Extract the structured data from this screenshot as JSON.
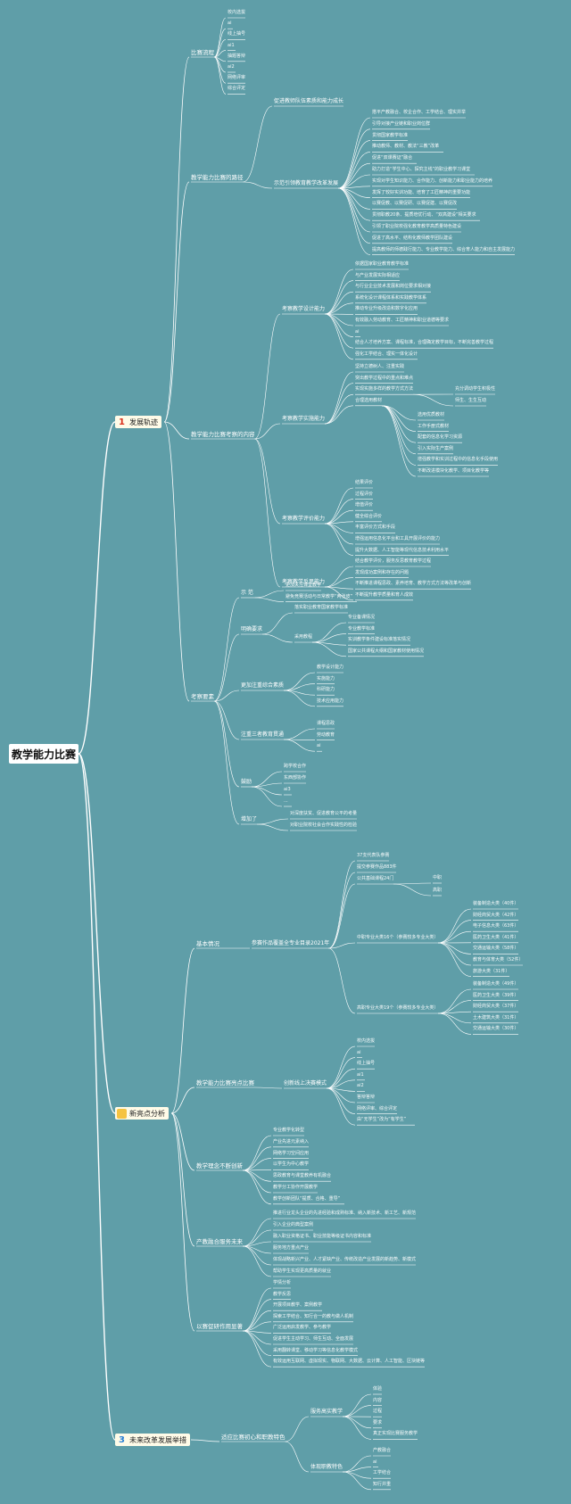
{
  "root": "教学能力比赛",
  "main": [
    {
      "num": "1",
      "label": "发展轨迹"
    },
    {
      "num": "2",
      "label": "新亮点分析"
    },
    {
      "num": "3",
      "label": "未来改革发展举措"
    }
  ],
  "l1": {
    "sszl": "比赛流程",
    "jxnl": "教学能力比赛的路径",
    "kcnr": "教学能力比赛考察的内容",
    "kcyd": "考察要素",
    "jbqk": "基本情况",
    "jxnlxl": "教学能力比赛亮点比赛",
    "jxln": "教学理念不断创新",
    "cjrh": "产教融合服务未来",
    "ylxs": "以赛促研作用显著",
    "tgjs": "适应比赛初心和职教特色"
  },
  "l2": {
    "tsjs": "促进教师队伍素质和能力成长",
    "sfyl": "示范引领教育教学改革发展",
    "sj": "考察教学设计能力",
    "ss": "考察教学实施能力",
    "pj": "考察教学评价能力",
    "fs": "考察教学反思能力",
    "ss2": "示 范",
    "mqyq": "明确要求",
    "gjzzs": "更加注重综合素质",
    "zzsqjy": "注重三者教育贯通",
    "cuoshi": "鼓励",
    "jiaqiang": "增加了",
    "cssl": "参赛作品覆盖全专业目录2021年",
    "cxxs": "创新线上决赛模式",
    "jxjs": "服务高实教学",
    "zhjs": "体现职教特色"
  },
  "sszl_items": [
    "校内选拔",
    "ai",
    "线上抽号",
    "ai1",
    "抽题答辩",
    "ai2",
    "网络评审",
    "综合评定"
  ],
  "sfyl_items": [
    "搭平产教融合、校企合作、工学结合、理实并举",
    "引导对接产业链和职业岗位群",
    "贯彻国家教学标准",
    "推动教师、教材、教法“三教”改革",
    "促进“双课赛证”融合",
    "助力打造“学生中心、探究主线”的职业教学习课堂",
    "实现对学生知识能力、合作能力、创新能力和职业能力的培养",
    "发挥了较好实训功能、培育了工匠精神的重要功能",
    "以赛促教、以赛促研、以赛促建、以赛促改",
    "贯彻职教20条、提质培优行动、“双高建设”相关要求",
    "引领了职业院校强化教育教学高质量特色建设",
    "促进了高水平、结构化教师教学团队建设",
    "提高教师的师德践行能力、专业教学能力、综合育人能力和自主发展能力"
  ],
  "sj_items": [
    "依据国家职业教育教学标准",
    "与产业发展实际相适应",
    "与行业企业技术发展和岗位要求相对接",
    "系统化设计课程体系和实践教学体系",
    "推动专业升级改造和数字化应用",
    "有效融入劳动教育、工匠精神和职业道德等要求",
    "ai",
    "结合人才培养方案、课程标准，合理确定教学目标，不断完善教学过程",
    "强化工学结合、理实一体化设计"
  ],
  "ss_items": [
    "坚持立德树人、注重实践",
    "突出教学过程中的重点和难点",
    "实现实施多样的教学方式方法",
    "合理选用教材"
  ],
  "ss_sub1": [
    "充分调动学生积极性",
    "师生、生生互动"
  ],
  "ss_sub2": [
    "选用优质教材",
    "工作手册式教材",
    "配套的信息化学习资源",
    "引入实际生产案例",
    "增强教学和实训过程中的信息化手段使用",
    "不断改进模块化教学、项目化教学等"
  ],
  "pj_items": [
    "结果评价",
    "过程评价",
    "增值评价",
    "健全综合评价",
    "丰富评价方式和手段",
    "增强运用信息化平台和工具开展评价的能力",
    "提升大数据、人工智能等现代信息技术利用水平"
  ],
  "fs_items": [
    "结合教学评价，服务反思教育教学过程",
    "发现成功案例和存在的问题",
    "不断推进课程思政、素养培育、教学方式方法等改革与创新",
    "不断提升教学质量和育人成效"
  ],
  "ss2_items": [
    "更加关注课堂教学",
    "避免竞赛活动与日常教学“两张皮”"
  ],
  "mqyq_items": [
    "落实职业教育国家教学标准",
    "采用教程"
  ],
  "mqyq_sub": [
    "专业备课情况",
    "专业教学标准",
    "实训教学条件建设标准落实情况",
    "国家公共课程大纲和国家教材使用情况"
  ],
  "gjzzs_items": [
    "教学设计能力",
    "实施能力",
    "科研能力",
    "技术应用能力"
  ],
  "zzsqjy_items": [
    "课程思政",
    "劳动教育",
    "ai"
  ],
  "cuoshi_items": [
    "跨学校合作",
    "东西部协作",
    "ai3",
    "..."
  ],
  "jiaqiang_items": [
    "对深度扶贫、促进教育公平的考量",
    "对职业院校社会合作实践性的检验"
  ],
  "cssl_head": [
    "37支代表队参赛",
    "提交参赛作品883件",
    "公共基础课程24门"
  ],
  "ggjc": [
    "中职",
    "高职"
  ],
  "zz_label": "中职专业大类16个（参赛较多专业大类）",
  "zz_items": [
    "装备制造大类（40件）",
    "财经商贸大类（42件）",
    "电子信息大类（63件）",
    "医药卫生大类（41件）",
    "交通运输大类（58件）",
    "教育与体育大类（52件）",
    "旅游大类（31件）"
  ],
  "gz_label": "高职专业大类19个（参赛较多专业大类）",
  "gz_items": [
    "装备制造大类（49件）",
    "医药卫生大类（39件）",
    "财经商贸大类（37件）",
    "土木建筑大类（31件）",
    "交通运输大类（30件）"
  ],
  "cxxs_items": [
    "校内选拔",
    "ai",
    "线上抽号",
    "ai1",
    "ai2",
    "答辩答辩",
    "网络评审、综合评定",
    "由“无学生”改为“有学生”"
  ],
  "jxln_items": [
    "专业教学化转型",
    "产业先进元素纳入",
    "网络学习空间应用",
    "以学生为中心教学",
    "思政教育与课堂教养有机融合",
    "教学分工协作开展教学",
    "教学创新团队“提质、合格、重导”"
  ],
  "cjrh_items": [
    "推进行业龙头企业的先进经验和成熟标准、纳入新技术、新工艺、新规范",
    "引入企业的典型案例",
    "融入职业资格证书、职业技能等级证书内容和标准",
    "服务地方重点产业",
    "体现战略新兴产业、人才紧缺产业、传统改造产业发展的新趋势、新模式",
    "帮助学生实现更高质量的就业"
  ],
  "ylxs_items": [
    "学情分析",
    "教学反思",
    "开展项目教学、案例教学",
    "探索工学结合、知行合一的教与做人机制",
    "广泛运用启发教学、参与教学",
    "促进学生主动学习、师生互动、全面发展",
    "采用翻转课堂、移动学习等信息化教学模式",
    "有效运用互联网、虚拟现实、物联网、大数据、云计算、人工智能、区块链等"
  ],
  "tgjs_items": [
    "体验",
    "内容",
    "过程",
    "要求",
    "真正实现比赛服务教学"
  ],
  "zhjs_items": [
    "产教融合",
    "ai",
    "工学结合",
    "知行并重"
  ]
}
